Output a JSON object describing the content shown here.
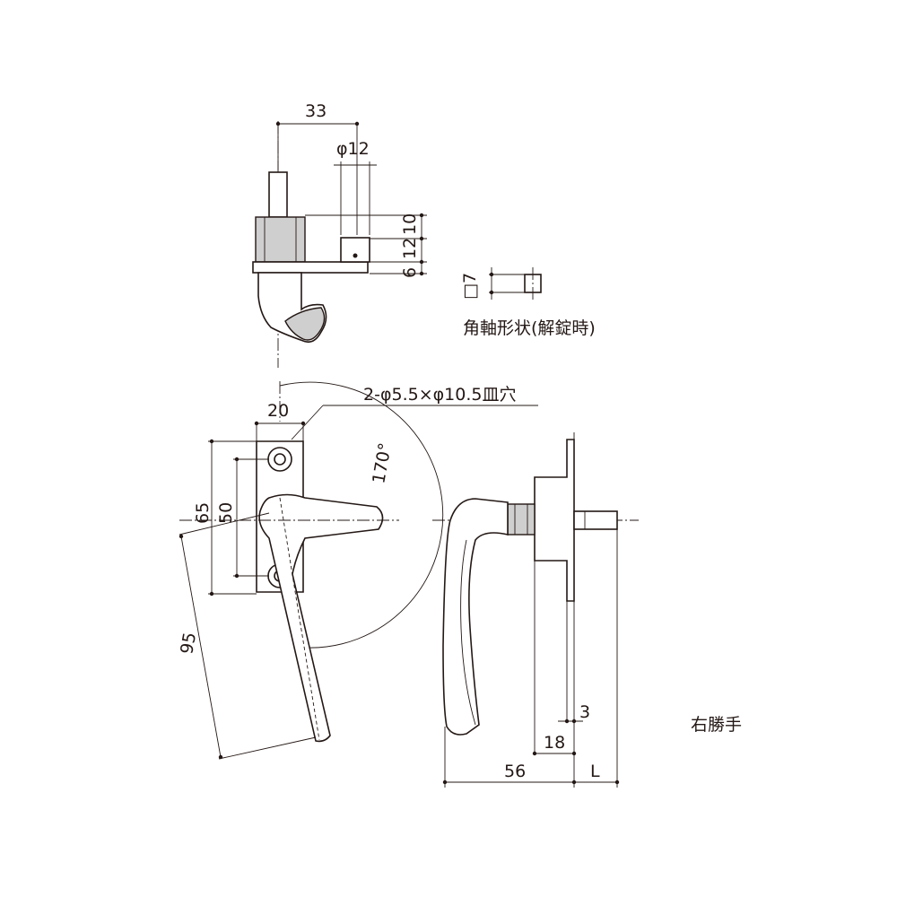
{
  "top_view": {
    "dim_width": "33",
    "dim_hole": "φ12",
    "dim_h1": "10",
    "dim_h2": "12",
    "dim_h3": "6"
  },
  "square_shaft": {
    "dim_size": "□7",
    "caption": "角軸形状(解錠時)"
  },
  "front_view": {
    "dim_holes_note": "2-φ5.5×φ10.5皿穴",
    "dim_base_width": "20",
    "dim_angle": "170°",
    "dim_h65": "65",
    "dim_h50": "50",
    "dim_len95": "95"
  },
  "side_view": {
    "dim_3": "3",
    "dim_18": "18",
    "dim_56": "56",
    "dim_L": "L"
  },
  "hand_label": "右勝手"
}
